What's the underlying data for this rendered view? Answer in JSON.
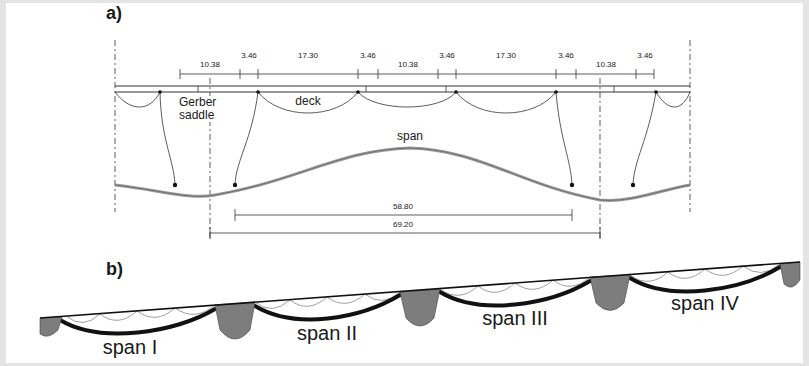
{
  "diagram": {
    "labels": [
      "a)",
      "10.38",
      "3.46",
      "17.30",
      "3.46",
      "10.38",
      "3.46",
      "17.30",
      "3.46",
      "10.38",
      "3.46",
      "Gerber saddle",
      "deck",
      "span",
      "58.80",
      "69.20",
      "b)",
      "span I",
      "span II",
      "span III",
      "span IV"
    ]
  }
}
